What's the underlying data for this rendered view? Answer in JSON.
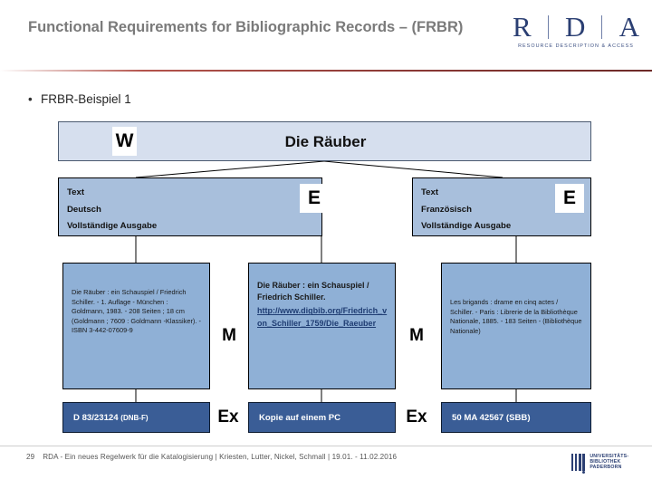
{
  "header": {
    "title": "Functional Requirements for Bibliographic Records – (FRBR)",
    "logo": {
      "letters": [
        "R",
        "D",
        "A"
      ],
      "subtitle": "RESOURCE DESCRIPTION & ACCESS"
    },
    "accent_color": "#8d3a36",
    "title_color": "#7a7a7a",
    "logo_color": "#2b3f73"
  },
  "bullet": {
    "marker": "•",
    "text": "FRBR-Beispiel 1"
  },
  "diagram": {
    "work": {
      "tag": "W",
      "title": "Die Räuber",
      "fill": "#d6dfee"
    },
    "expressions": [
      {
        "tag": "E",
        "lines": [
          "Text",
          "Deutsch",
          "Vollständige Ausgabe"
        ],
        "fill": "#a8bfdc"
      },
      {
        "tag": "E",
        "lines": [
          "Text",
          "Französisch",
          "Vollständige Ausgabe"
        ],
        "fill": "#a8bfdc"
      }
    ],
    "manifestations": [
      {
        "tag": "M",
        "text": "Die Räuber : ein Schauspiel / Friedrich Schiller. - 1. Auflage - München : Goldmann, 1983. - 208 Seiten ; 18 cm (Goldmann ; 7609 : Goldmann -Klassiker). - ISBN 3-442-07609-9",
        "link": null,
        "fill": "#8fb0d6"
      },
      {
        "tag": "M",
        "text": "Die Räuber : ein Schauspiel / Friedrich Schiller.",
        "link": "http://www.digbib.org/Friedrich_von_Schiller_1759/Die_Raeuber",
        "fill": "#8fb0d6"
      },
      {
        "tag": "M",
        "text": "Les brigands : drame en cinq actes / Schiller. - Paris : Librerie de la Bibliothèque Nationale, 1885. - 183 Seiten - (Bibliothèque Nationale)",
        "link": null,
        "fill": "#8fb0d6"
      }
    ],
    "items": [
      {
        "tag": "Ex",
        "label": "D 83/23124",
        "sublabel": "(DNB-F)",
        "fill": "#3a5d96"
      },
      {
        "tag": "Ex",
        "label": "Kopie auf einem PC",
        "sublabel": "",
        "fill": "#3a5d96"
      },
      {
        "tag": "Ex",
        "label": "50 MA 42567 (SBB)",
        "sublabel": "",
        "fill": "#3a5d96"
      }
    ]
  },
  "footer": {
    "page_number": "29",
    "text": "RDA - Ein neues Regelwerk für die Katalogisierung | Kriesten, Lutter, Nickel, Schmall | 19.01. - 11.02.2016",
    "logo_lines": [
      "UNIVERSITÄTS-",
      "BIBLIOTHEK",
      "PADERBORN"
    ]
  }
}
